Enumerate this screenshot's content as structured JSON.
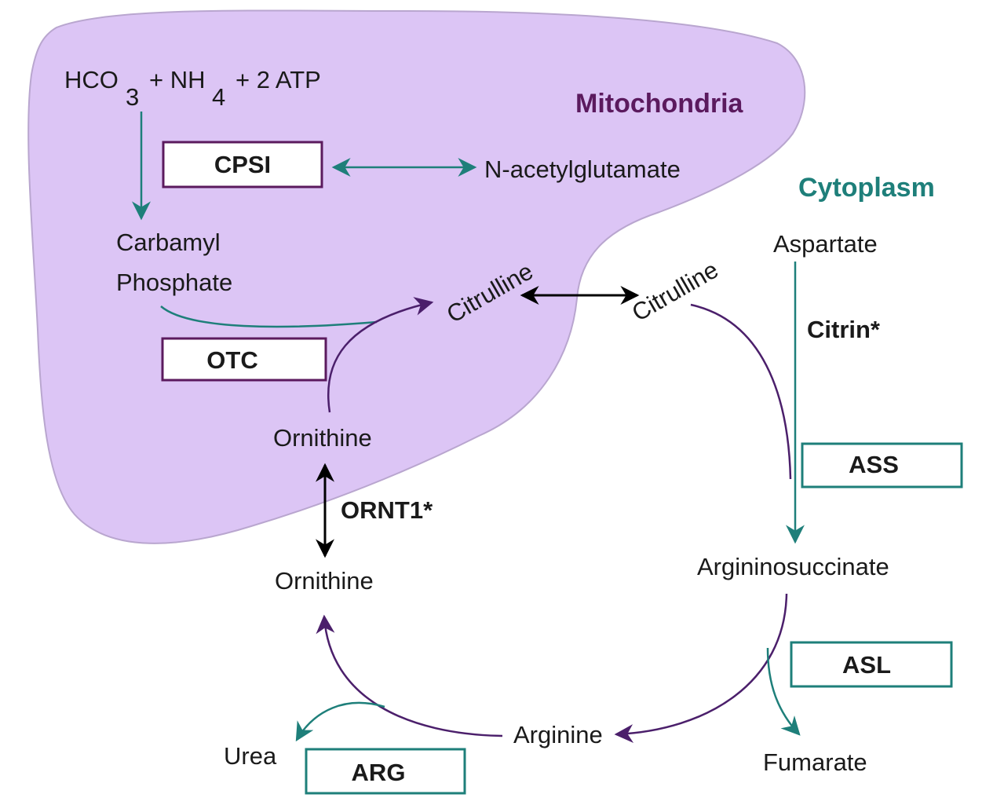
{
  "regions": {
    "mitochondria": "Mitochondria",
    "cytoplasm": "Cytoplasm"
  },
  "substrates": {
    "hco3_base": "HCO",
    "hco3_sub": "3",
    "plus_nh": "+ NH",
    "nh4_sub": "4",
    "plus_atp": "+ 2 ATP"
  },
  "metabolites": {
    "n_acetylglutamate": "N-acetylglutamate",
    "carbamyl_line1": "Carbamyl",
    "carbamyl_line2": "Phosphate",
    "citrulline_mito": "Citrulline",
    "citrulline_cyto": "Citrulline",
    "aspartate": "Aspartate",
    "ornithine_mito": "Ornithine",
    "ornithine_cyto": "Ornithine",
    "argininosuccinate": "Argininosuccinate",
    "arginine": "Arginine",
    "fumarate": "Fumarate",
    "urea": "Urea"
  },
  "enzymes": {
    "cpsi": "CPSI",
    "otc": "OTC",
    "ass": "ASS",
    "asl": "ASL",
    "arg": "ARG"
  },
  "transporters": {
    "citrin": "Citrin*",
    "ornt1": "ORNT1*"
  },
  "colors": {
    "mitochondria_fill": "#dcc5f5",
    "mitochondria_text": "#5b1a5e",
    "cytoplasm_text": "#1e7f7a",
    "teal_arrow": "#1e7f7a",
    "purple_arrow": "#4b1f6b"
  }
}
